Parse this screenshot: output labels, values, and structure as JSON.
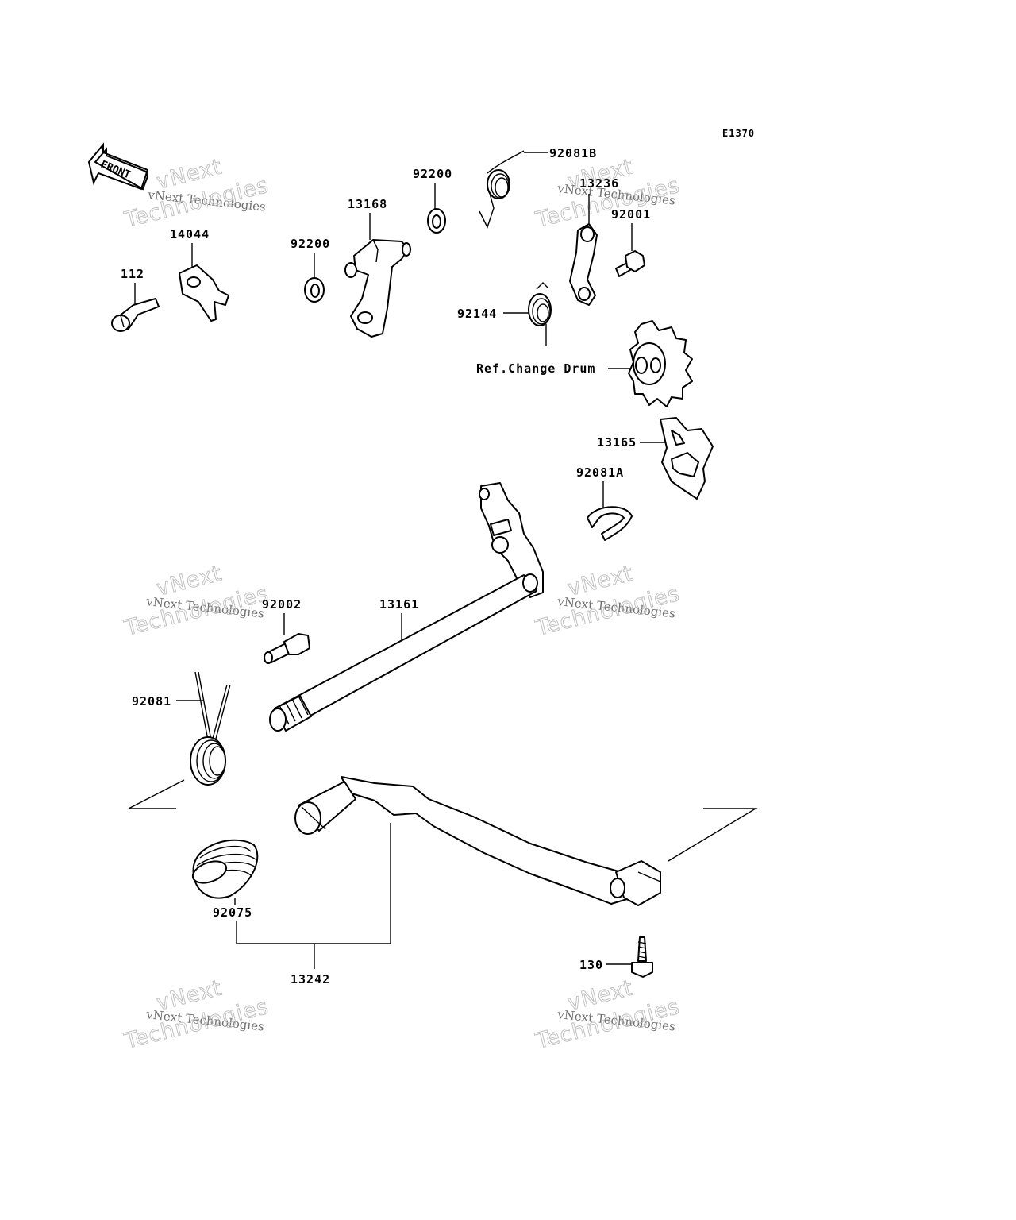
{
  "diagram": {
    "code": "E1370",
    "front_label": "FRONT",
    "watermark": {
      "line1": "vNext Technologies",
      "line2": "vNext",
      "line3": "Technologies"
    },
    "parts": {
      "p112": "112",
      "p14044": "14044",
      "p13168": "13168",
      "p92200_top": "92200",
      "p92200_mid": "92200",
      "p92081B": "92081B",
      "p13236": "13236",
      "p92001": "92001",
      "p92144": "92144",
      "ref_change_drum": "Ref.Change Drum",
      "p13165": "13165",
      "p92081A": "92081A",
      "p92002": "92002",
      "p13161": "13161",
      "p92081": "92081",
      "p92075": "92075",
      "p13242": "13242",
      "p130": "130"
    }
  }
}
